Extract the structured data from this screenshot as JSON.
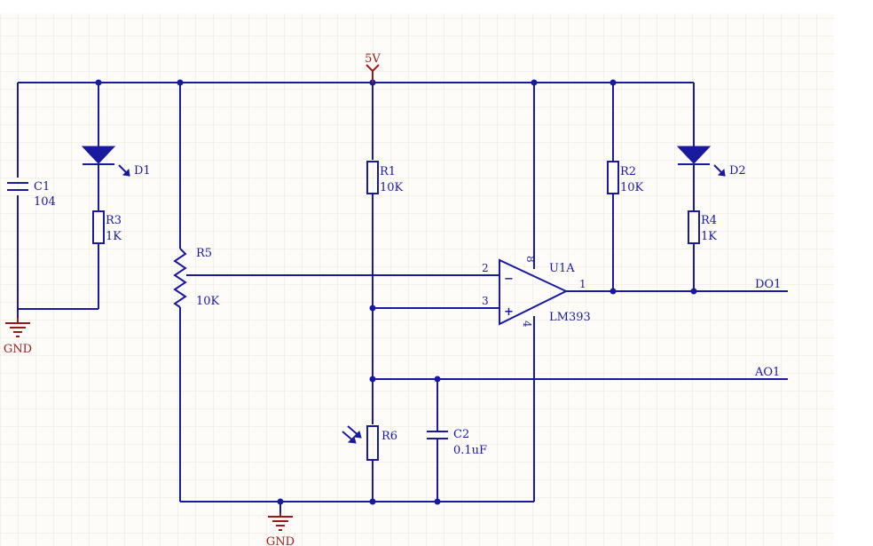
{
  "colors": {
    "wire": "#1a1aa0",
    "power": "#9a1a1a",
    "grid": "#ece6d8",
    "background": "#fdfcf8"
  },
  "power": {
    "vcc_label": "5V",
    "gnd_left_label": "GND",
    "gnd_bottom_label": "GND"
  },
  "components": {
    "c1": {
      "ref": "C1",
      "value": "104"
    },
    "d1": {
      "ref": "D1"
    },
    "r3": {
      "ref": "R3",
      "value": "1K"
    },
    "r5": {
      "ref": "R5",
      "value": "10K"
    },
    "r1": {
      "ref": "R1",
      "value": "10K"
    },
    "r6": {
      "ref": "R6"
    },
    "c2": {
      "ref": "C2",
      "value": "0.1uF"
    },
    "r2": {
      "ref": "R2",
      "value": "10K"
    },
    "d2": {
      "ref": "D2"
    },
    "r4": {
      "ref": "R4",
      "value": "1K"
    },
    "u1": {
      "ref": "U1A",
      "part": "LM393",
      "pin_inverting": "2",
      "pin_noninverting": "3",
      "pin_output": "1",
      "pin_vcc": "8",
      "pin_gnd": "4",
      "minus_sign": "−",
      "plus_sign": "+"
    }
  },
  "nets": {
    "digital_out": "DO1",
    "analog_out": "AO1"
  }
}
